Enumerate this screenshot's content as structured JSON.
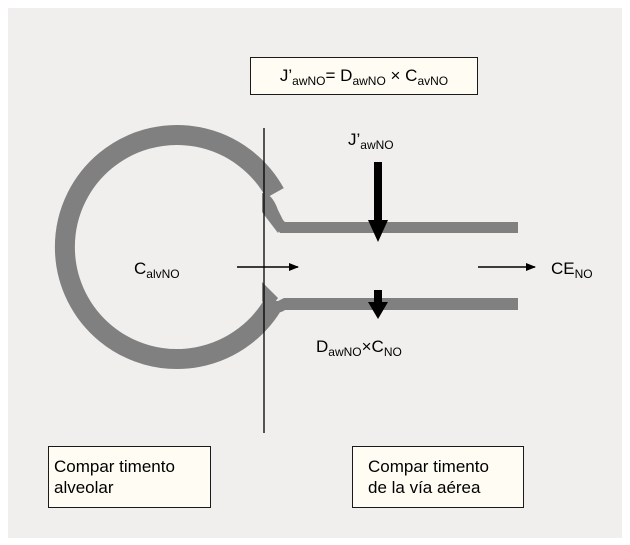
{
  "colors": {
    "background": "#f0efee",
    "tube": "#808080",
    "box_fill": "#fffdf3",
    "stroke": "#000000"
  },
  "formula": {
    "j": "J’",
    "j_sub": "awNO",
    "eq": "= D",
    "d_sub": "awNO",
    "times": " × C",
    "c_sub": "avNO"
  },
  "flux_label": {
    "main": "J’",
    "sub": "awNO"
  },
  "alveolar_conc": {
    "main": "C",
    "sub": "alvNO"
  },
  "exhaled_conc": {
    "main": "CE",
    "sub": "NO"
  },
  "back_diffusion": {
    "d": "D",
    "d_sub": "awNO",
    "times": "×C",
    "c_sub": "NO"
  },
  "compartments": {
    "alveolar": [
      "Compar timento",
      "alveolar"
    ],
    "airway": [
      "Compar timento",
      "de la vía aérea"
    ]
  }
}
